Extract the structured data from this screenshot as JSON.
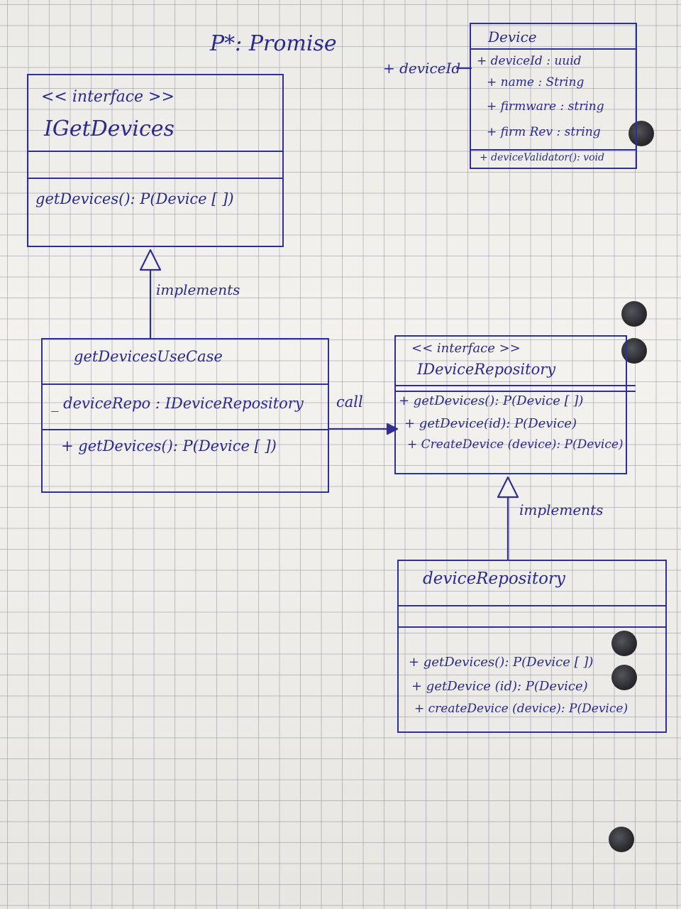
{
  "header": {
    "legend": "P*: Promise"
  },
  "device_class": {
    "title": "Device",
    "attrs": [
      "+ deviceId : uuid",
      "+ name : String",
      "+ firmware : string",
      "+ firm Rev : string"
    ],
    "method": "+ deviceValidator(): void",
    "side_label": "+ deviceId"
  },
  "iget_devices": {
    "stereotype": "<< interface >>",
    "name": "IGetDevices",
    "method": "getDevices(): P(Device [ ])"
  },
  "get_devices_use_case": {
    "name": "getDevicesUseCase",
    "attr": "_ deviceRepo : IDeviceRepository",
    "method": "+ getDevices(): P(Device [ ])"
  },
  "idevice_repository": {
    "stereotype": "<< interface >>",
    "name": "IDeviceRepository",
    "methods": [
      "+ getDevices(): P(Device [ ])",
      "+ getDevice(id): P(Device)",
      "+ CreateDevice (device): P(Device)"
    ]
  },
  "device_repository": {
    "name": "deviceRepository",
    "methods": [
      "+ getDevices(): P(Device [ ])",
      "+ getDevice (id): P(Device)",
      "+ createDevice (device): P(Device)"
    ]
  },
  "relations": {
    "implements_1": "implements",
    "implements_2": "implements",
    "call": "call"
  }
}
